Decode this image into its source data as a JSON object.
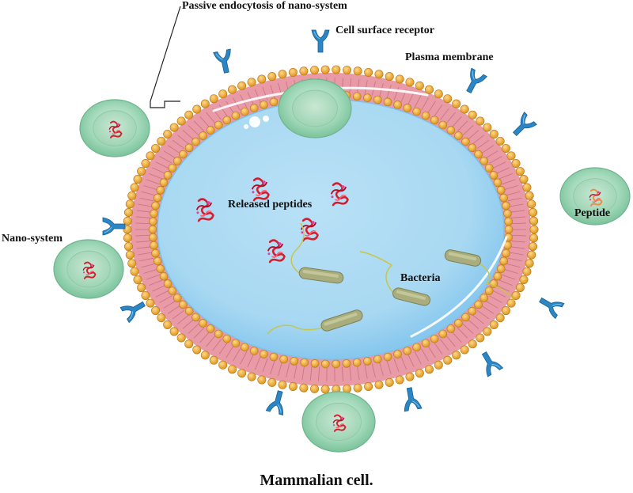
{
  "labels": {
    "passive_endocytosis": "Passive endocytosis of nano-system",
    "cell_surface_receptor": "Cell surface receptor",
    "plasma_membrane": "Plasma membrane",
    "released_peptides": "Released peptides",
    "nano_system": "Nano-system",
    "peptide": "Peptide",
    "bacteria": "Bacteria"
  },
  "caption": "Mammalian cell.",
  "colors": {
    "membrane_head": "#f3b13b",
    "membrane_tail": "#e89aa6",
    "cytoplasm": "#a8d8f2",
    "cytoplasm_edge": "#7cc2ec",
    "nano_outer": "#bfe3cc",
    "nano_inner": "#8fd0ac",
    "receptor": "#2a86c4",
    "peptide": "#d41e2e",
    "bacteria_body": "#a9ad7d",
    "flagella": "#c8c447"
  },
  "icons": [
    "receptor-icon",
    "peptide-icon",
    "bacterium-icon",
    "nano-system-icon"
  ]
}
